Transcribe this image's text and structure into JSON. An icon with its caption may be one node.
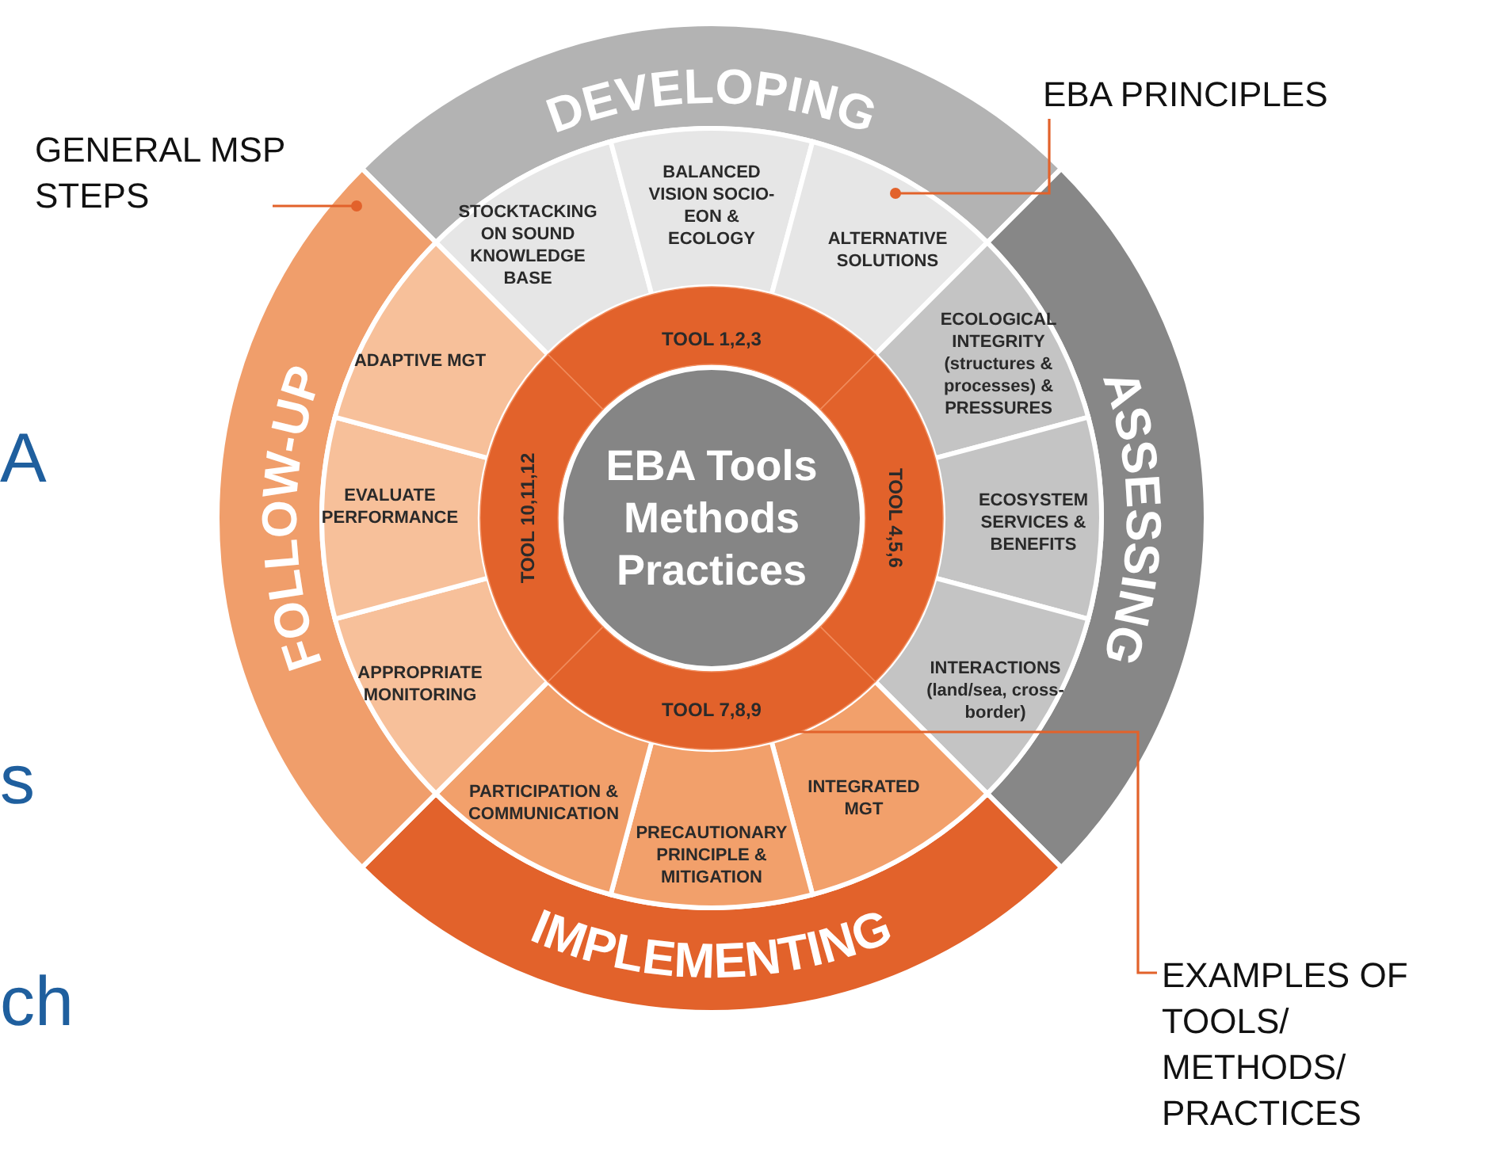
{
  "diagram": {
    "nodes": [
      {
        "text": [
          "DEVELOPING"
        ]
      },
      {
        "text": [
          "ASSESSING"
        ]
      },
      {
        "text": [
          "IMPLEMENTING"
        ]
      },
      {
        "text": [
          "FOLLOW-UP"
        ]
      },
      {
        "text": [
          "STOCKTACKING ON SOUND KNOWLEDGE BASE"
        ]
      },
      {
        "text": [
          "BALANCED VISION SOCIO- EON & ECOLOGY"
        ]
      },
      {
        "text": [
          "ALTERNATIVE SOLUTIONS"
        ]
      },
      {
        "text": [
          "ECOLOGICAL INTEGRITY (structures & processes) & PRESSURES"
        ]
      },
      {
        "text": [
          "ECOSYSTEM SERVICES & BENEFITS"
        ]
      },
      {
        "text": [
          "INTERACTIONS (land/sea, cross-border)"
        ]
      },
      {
        "text": [
          "INTEGRATED MGT"
        ]
      },
      {
        "text": [
          "PRECAUTIONARY PRINCIPLE & MITIGATION"
        ]
      },
      {
        "text": [
          "PARTICIPATION & COMMUNICATION"
        ]
      },
      {
        "text": [
          "APPROPRIATE MONITORING"
        ]
      },
      {
        "text": [
          "EVALUATE PERFORMANCE"
        ]
      },
      {
        "text": [
          "ADAPTIVE MGT"
        ]
      },
      {
        "text": [
          "TOOL 1,2,3"
        ]
      },
      {
        "text": [
          "TOOL 4,5,6"
        ]
      },
      {
        "text": [
          "TOOL 7,8,9"
        ]
      },
      {
        "text": [
          "TOOL 10,11,12"
        ]
      },
      {
        "text": [
          "EBA Tools Methods Practices"
        ]
      },
      {
        "text": [
          "GENERAL MSP STEPS"
        ]
      },
      {
        "text": [
          "EBA PRINCIPLES"
        ]
      },
      {
        "text": [
          "EXAMPLES OF TOOLS/ METHODS/ PRACTICES"
        ]
      }
    ],
    "edges": [
      {
        "from": 21,
        "to": 3,
        "arrow": "other"
      },
      {
        "from": 22,
        "to": 6,
        "arrow": "other"
      },
      {
        "from": 23,
        "to": 18,
        "arrow": "none"
      }
    ],
    "labels": [
      "A",
      "s",
      "ch"
    ]
  }
}
